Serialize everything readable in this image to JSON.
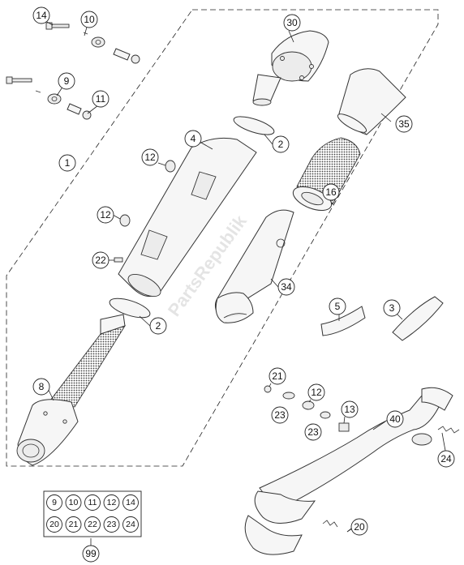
{
  "watermark": "PartsRepublik",
  "callouts": {
    "c14": "14",
    "c10": "10",
    "c9": "9",
    "c11": "11",
    "c1": "1",
    "c30": "30",
    "c35": "35",
    "c2a": "2",
    "c4": "4",
    "c12a": "12",
    "c16": "16",
    "c12b": "12",
    "c22": "22",
    "c34": "34",
    "c2b": "2",
    "c5": "5",
    "c3": "3",
    "c8": "8",
    "c21": "21",
    "c12c": "12",
    "c13": "13",
    "c23a": "23",
    "c23b": "23",
    "c40": "40",
    "c24": "24",
    "c20": "20",
    "c99": "99"
  },
  "kit": {
    "row1": [
      "9",
      "10",
      "11",
      "12",
      "14"
    ],
    "row2": [
      "20",
      "21",
      "22",
      "23",
      "24"
    ]
  }
}
